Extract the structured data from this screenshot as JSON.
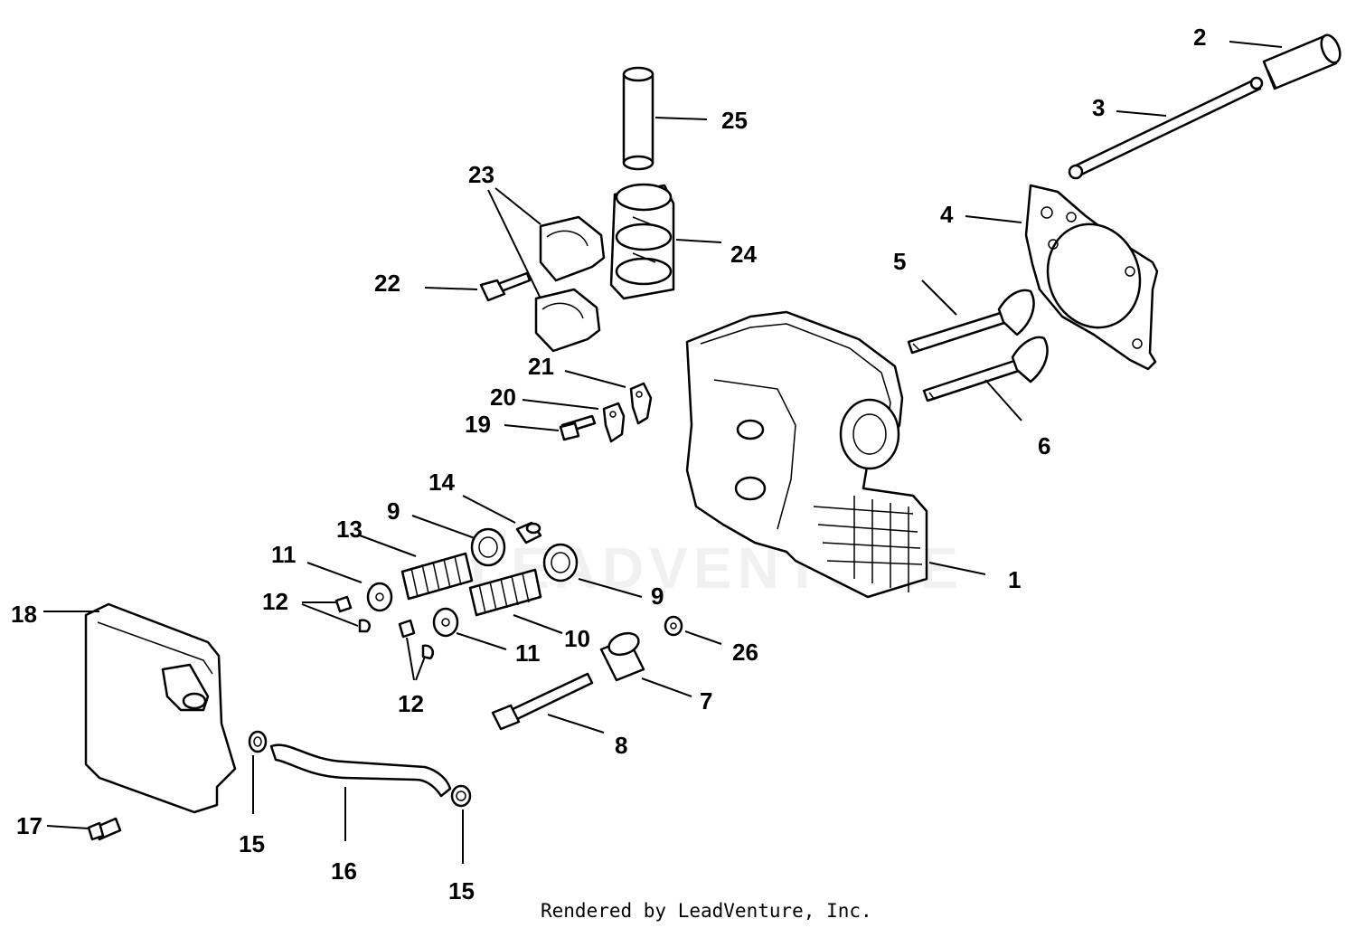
{
  "footer": {
    "credit": "Rendered by LeadVenture, Inc."
  },
  "watermark": {
    "text": "LEADVENTURE"
  },
  "callouts": [
    {
      "id": "1",
      "label": "1"
    },
    {
      "id": "2",
      "label": "2"
    },
    {
      "id": "3",
      "label": "3"
    },
    {
      "id": "4",
      "label": "4"
    },
    {
      "id": "5",
      "label": "5"
    },
    {
      "id": "6",
      "label": "6"
    },
    {
      "id": "7",
      "label": "7"
    },
    {
      "id": "8",
      "label": "8"
    },
    {
      "id": "9a",
      "label": "9"
    },
    {
      "id": "9b",
      "label": "9"
    },
    {
      "id": "10",
      "label": "10"
    },
    {
      "id": "11a",
      "label": "11"
    },
    {
      "id": "11b",
      "label": "11"
    },
    {
      "id": "12a",
      "label": "12"
    },
    {
      "id": "12b",
      "label": "12"
    },
    {
      "id": "13",
      "label": "13"
    },
    {
      "id": "14",
      "label": "14"
    },
    {
      "id": "15a",
      "label": "15"
    },
    {
      "id": "15b",
      "label": "15"
    },
    {
      "id": "16",
      "label": "16"
    },
    {
      "id": "17",
      "label": "17"
    },
    {
      "id": "18",
      "label": "18"
    },
    {
      "id": "19",
      "label": "19"
    },
    {
      "id": "20",
      "label": "20"
    },
    {
      "id": "21",
      "label": "21"
    },
    {
      "id": "22",
      "label": "22"
    },
    {
      "id": "23",
      "label": "23"
    },
    {
      "id": "24",
      "label": "24"
    },
    {
      "id": "25",
      "label": "25"
    },
    {
      "id": "26",
      "label": "26"
    }
  ]
}
